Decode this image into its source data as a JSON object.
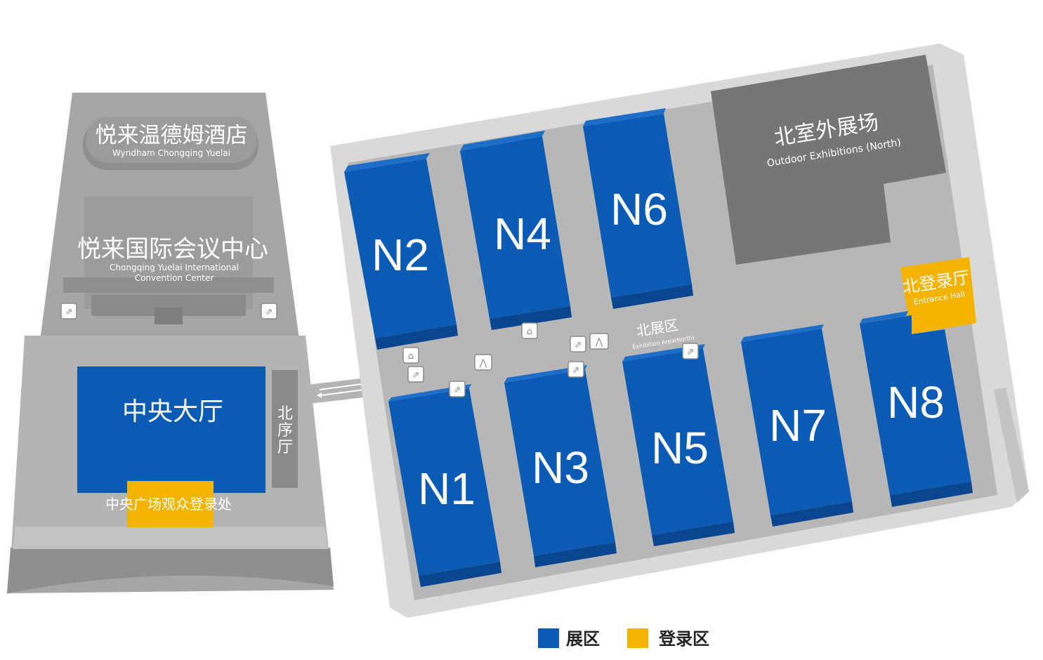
{
  "colors": {
    "exhibition": "#0b5bb5",
    "exhibition_dark": "#0a4a96",
    "exhibition_side": "#0d55a8",
    "registration": "#f5b301",
    "ground": "#b8b8b8",
    "ground_dark": "#9a9a9a",
    "ground_border": "#d0d0d0",
    "outdoor": "#7a7a7a",
    "building": "#a7a7a7"
  },
  "hotel": {
    "name_cn": "悦来温德姆酒店",
    "name_en": "Wyndham Chongqing Yuelai"
  },
  "convention_center": {
    "name_cn": "悦来国际会议中心",
    "name_en_line1": "Chongqing Yuelai International",
    "name_en_line2": "Convention Center"
  },
  "central_hall": {
    "name": "中央大厅"
  },
  "north_foyer": {
    "name_chars": [
      "北",
      "序",
      "厅"
    ]
  },
  "plaza_registration": {
    "name": "中央广场观众登录处"
  },
  "outdoor": {
    "name_cn": "北室外展场",
    "name_en": "Outdoor Exhibitions (North)"
  },
  "entrance_hall": {
    "name_cn": "北登录厅",
    "name_en": "Entrance Hall"
  },
  "north_area": {
    "name_cn": "北展区",
    "name_en": "Exhibition Area(North)"
  },
  "halls": {
    "n1": "N1",
    "n2": "N2",
    "n3": "N3",
    "n4": "N4",
    "n5": "N5",
    "n6": "N6",
    "n7": "N7",
    "n8": "N8"
  },
  "legend": {
    "exhibition_label": "展区",
    "registration_label": "登录区"
  },
  "icons": {
    "escalator": "escalator-icon",
    "restroom": "restroom-icon",
    "info": "info-icon",
    "food": "food-icon"
  }
}
